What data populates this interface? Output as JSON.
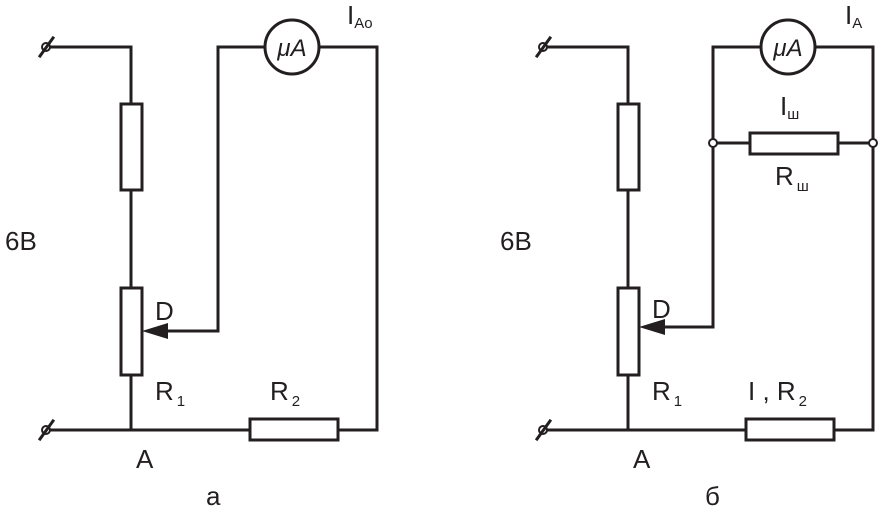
{
  "diagram_a": {
    "voltage": "6B",
    "meter": "μA",
    "current_main": "I",
    "current_sub": "Ao",
    "slider_label": "D",
    "r1_main": "R",
    "r1_sub": "1",
    "r2_main": "R",
    "r2_sub": "2",
    "node_label": "A",
    "caption": "а"
  },
  "diagram_b": {
    "voltage": "6B",
    "meter": "μA",
    "current_main": "I",
    "current_sub": "A",
    "shunt_current_main": "I",
    "shunt_current_sub": "ш",
    "shunt_res_main": "R",
    "shunt_res_sub": "ш",
    "slider_label": "D",
    "r1_main": "R",
    "r1_sub": "1",
    "r2_prefix": "I , R",
    "r2_sub": "2",
    "node_label": "A",
    "caption": "б"
  }
}
